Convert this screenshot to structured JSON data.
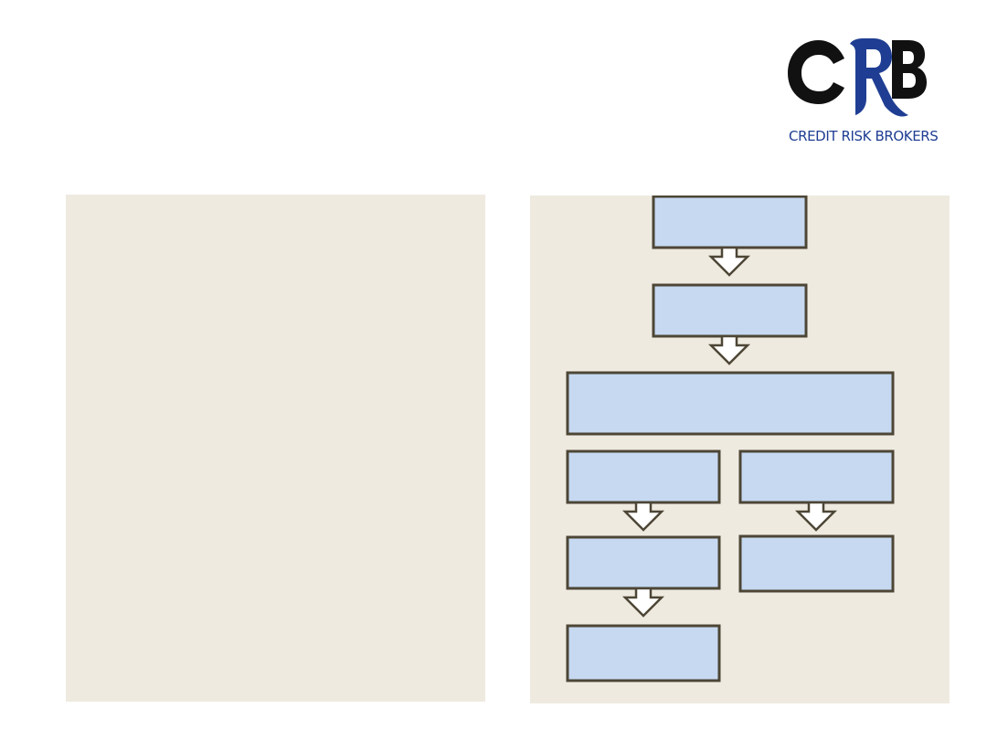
{
  "logo": {
    "mark_letters": "CRB",
    "tagline": "CREDIT RISK BROKERS",
    "color_dark": "#111111",
    "color_brand": "#1f3e93"
  },
  "colors": {
    "panel_background": "#eeeae0",
    "box_fill": "#c6d9f1",
    "box_stroke": "#4d4636",
    "arrow_fill": "#ffffff"
  },
  "flowchart": {
    "nodes": [
      {
        "id": "node-1",
        "label": ""
      },
      {
        "id": "node-2",
        "label": ""
      },
      {
        "id": "node-3",
        "label": ""
      },
      {
        "id": "node-4a",
        "label": ""
      },
      {
        "id": "node-4b",
        "label": ""
      },
      {
        "id": "node-5a",
        "label": ""
      },
      {
        "id": "node-5b",
        "label": ""
      },
      {
        "id": "node-6a",
        "label": ""
      }
    ],
    "edges": [
      {
        "from": "node-1",
        "to": "node-2"
      },
      {
        "from": "node-2",
        "to": "node-3"
      },
      {
        "from": "node-4a",
        "to": "node-5a"
      },
      {
        "from": "node-4b",
        "to": "node-5b"
      },
      {
        "from": "node-5a",
        "to": "node-6a"
      }
    ]
  }
}
